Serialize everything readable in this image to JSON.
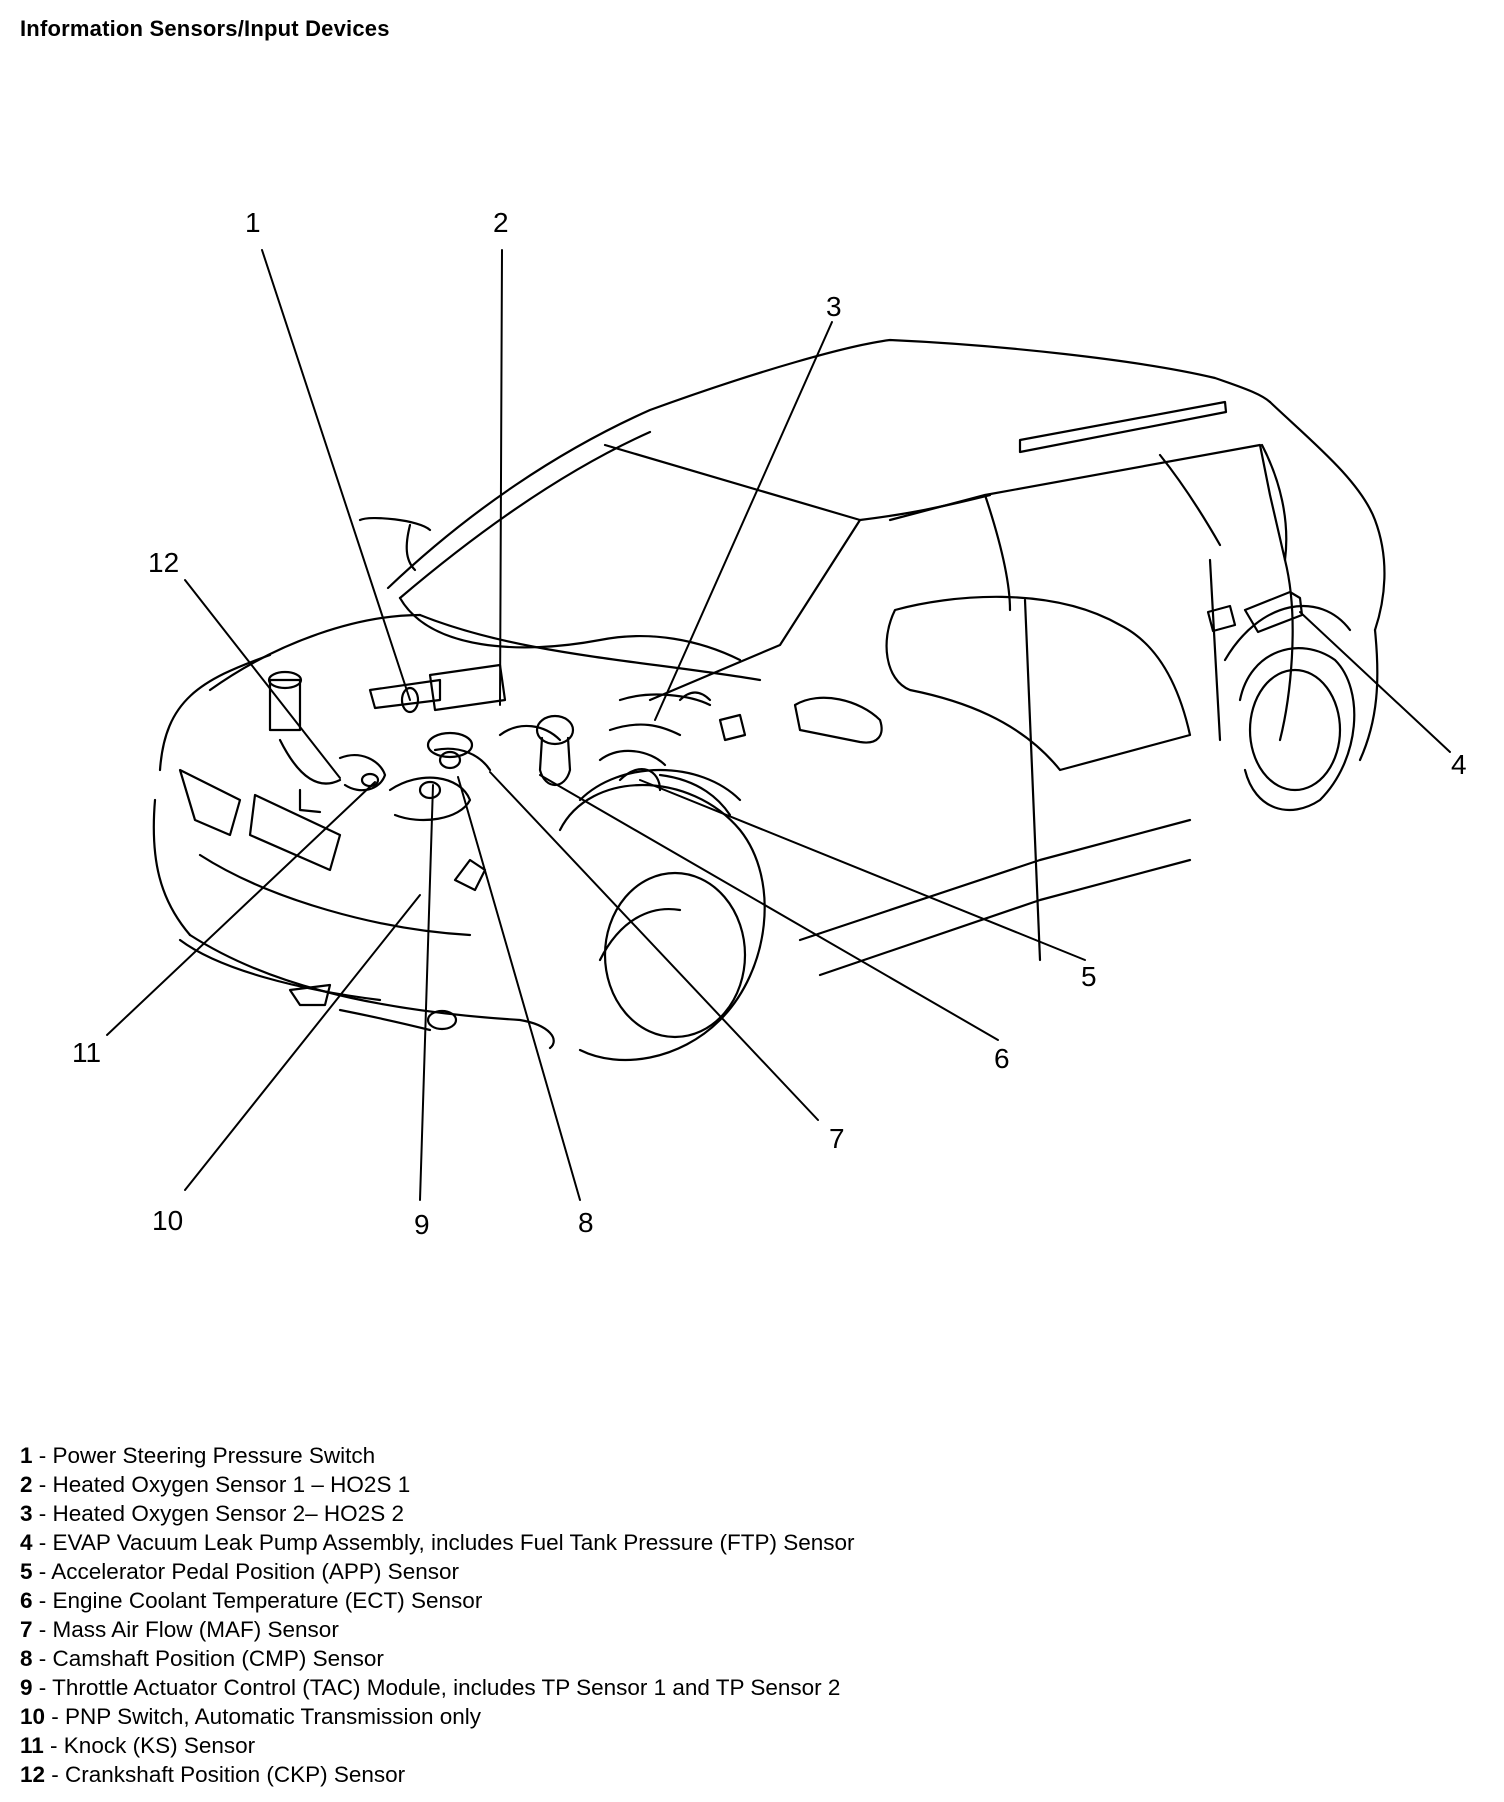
{
  "title": "Information Sensors/Input Devices",
  "callouts": [
    {
      "num": "1",
      "label": "Power Steering Pressure Switch"
    },
    {
      "num": "2",
      "label": "Heated Oxygen Sensor 1 – HO2S 1"
    },
    {
      "num": "3",
      "label": "Heated Oxygen Sensor 2– HO2S 2"
    },
    {
      "num": "4",
      "label": "EVAP Vacuum Leak Pump Assembly, includes Fuel Tank Pressure (FTP) Sensor"
    },
    {
      "num": "5",
      "label": "Accelerator Pedal Position (APP) Sensor"
    },
    {
      "num": "6",
      "label": "Engine Coolant Temperature (ECT) Sensor"
    },
    {
      "num": "7",
      "label": "Mass Air Flow (MAF) Sensor"
    },
    {
      "num": "8",
      "label": "Camshaft Position (CMP) Sensor"
    },
    {
      "num": "9",
      "label": "Throttle Actuator Control (TAC) Module, includes TP Sensor 1 and TP Sensor 2"
    },
    {
      "num": "10",
      "label": "PNP Switch, Automatic Transmission only"
    },
    {
      "num": "11",
      "label": "Knock (KS) Sensor"
    },
    {
      "num": "12",
      "label": "Crankshaft Position (CKP) Sensor"
    }
  ],
  "legend_separator": " - "
}
